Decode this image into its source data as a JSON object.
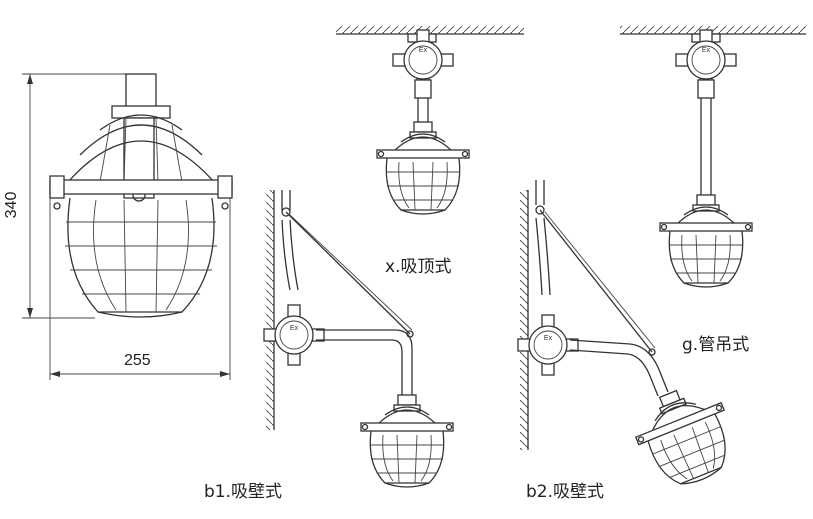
{
  "dimensions": {
    "height": "340",
    "width": "255"
  },
  "labels": {
    "ceiling": "x.吸顶式",
    "pendant": "g.管吊式",
    "wall1": "b1.吸壁式",
    "wall2": "b2.吸壁式"
  },
  "junction_box_text": "Ex"
}
